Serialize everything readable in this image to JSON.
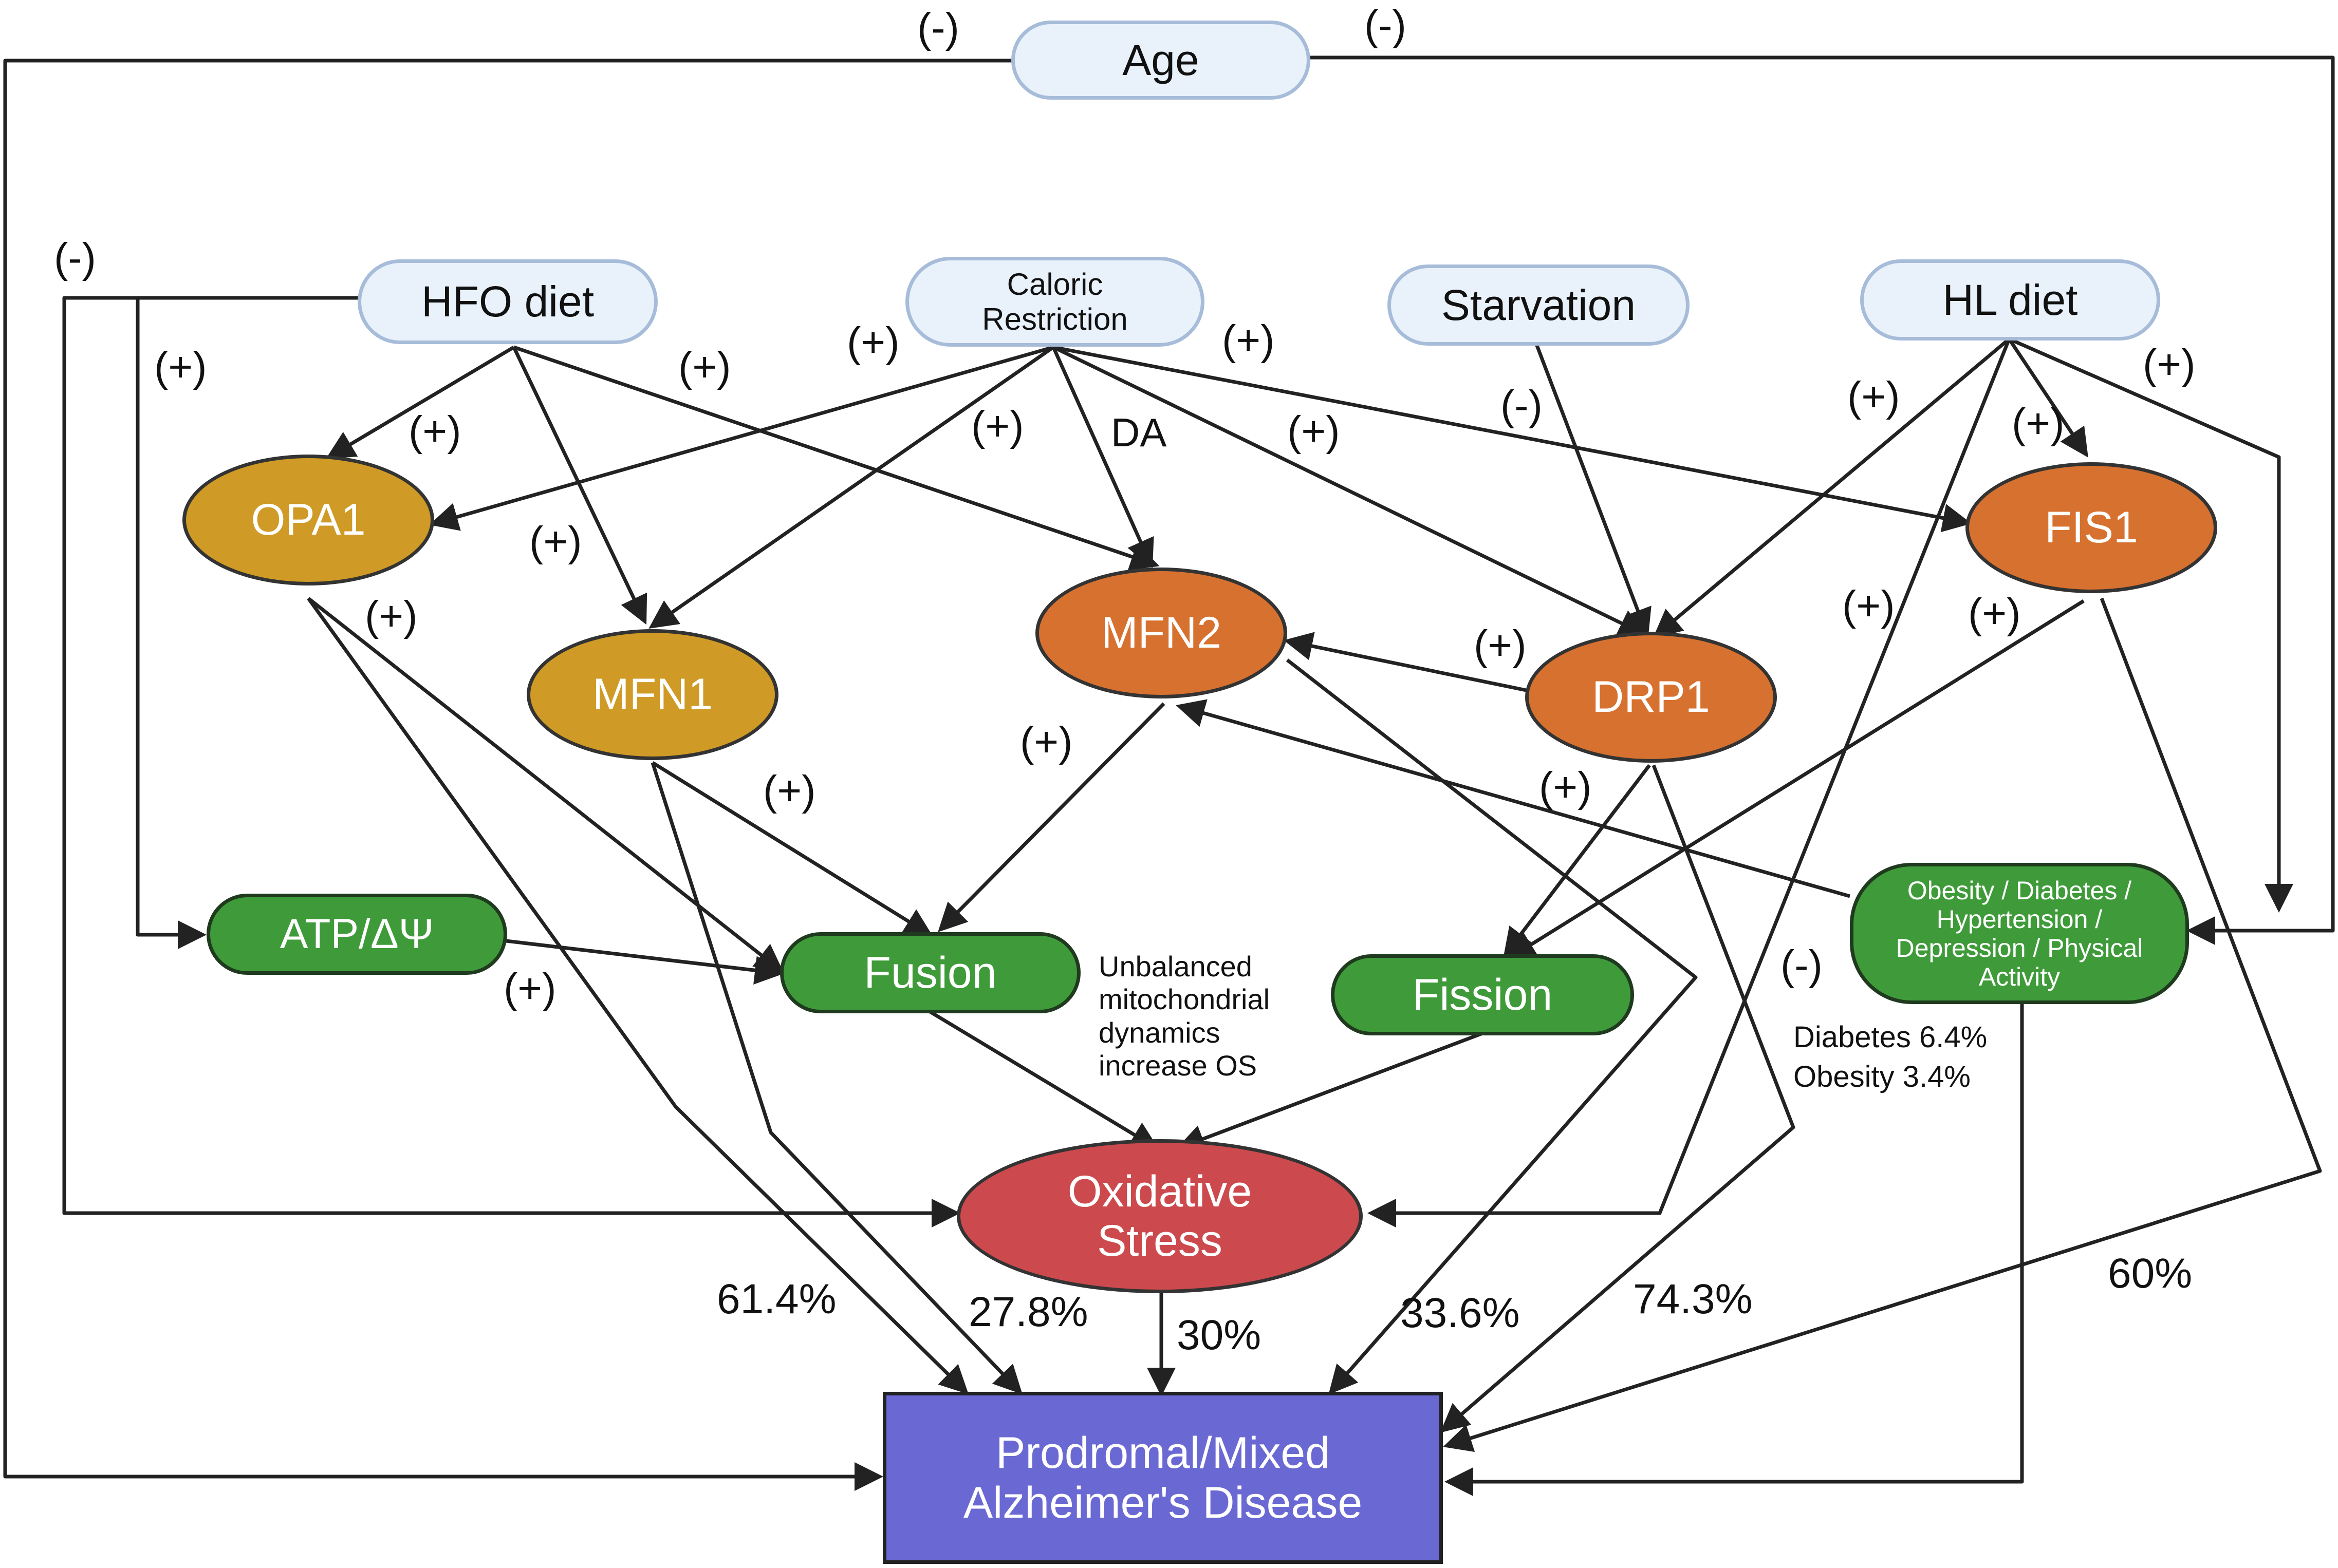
{
  "nodes": {
    "age": "Age",
    "hfo_diet": "HFO diet",
    "caloric_restriction": "Caloric Restriction",
    "starvation": "Starvation",
    "hl_diet": "HL diet",
    "opa1": "OPA1",
    "mfn1": "MFN1",
    "mfn2": "MFN2",
    "drp1": "DRP1",
    "fis1": "FIS1",
    "atp": "ATP/ΔΨ",
    "fusion": "Fusion",
    "fission": "Fission",
    "comorbidities": "Obesity / Diabetes / Hypertension / Depression / Physical Activity",
    "oxidative_stress": "Oxidative Stress",
    "alzheimers": "Prodromal/Mixed Alzheimer's Disease"
  },
  "signs": {
    "plus": "(+)",
    "minus": "(-)"
  },
  "annotations": {
    "da": "DA",
    "unbalanced": "Unbalanced mitochondrial dynamics increase OS",
    "diabetes": "Diabetes 6.4%",
    "obesity": "Obesity 3.4%"
  },
  "percentages": {
    "opa1_ad": "61.4%",
    "mfn1_ad": "27.8%",
    "os_ad": "30%",
    "mfn2_ad": "33.6%",
    "hl_ad": "74.3%",
    "fis1_ad": "60%"
  },
  "colors": {
    "input_fill": "#e9f1fb",
    "input_border": "#a6bcd9",
    "fusion_protein": "#cf9a25",
    "fission_protein": "#d6712f",
    "process": "#3f9b3a",
    "oxidative_stress": "#cc4a4d",
    "disease": "#6a69d3"
  }
}
